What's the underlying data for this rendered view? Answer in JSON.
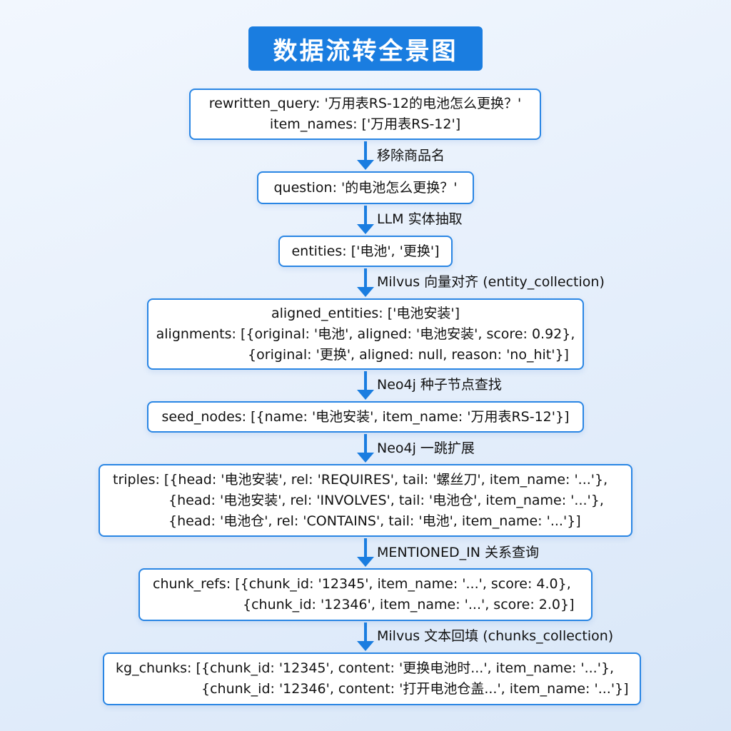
{
  "title": "数据流转全景图",
  "nodes": [
    {
      "lines": [
        "rewritten_query: '万用表RS-12的电池怎么更换？'",
        "item_names: ['万用表RS-12']"
      ]
    },
    {
      "lines": [
        "question: '的电池怎么更换？'"
      ]
    },
    {
      "lines": [
        "entities: ['电池', '更换']"
      ]
    },
    {
      "lines": [
        "aligned_entities: ['电池安装']",
        "alignments: [{original: '电池', aligned: '电池安装', score: 0.92},",
        "{original: '更换', aligned: null, reason: 'no_hit'}]"
      ]
    },
    {
      "lines": [
        "seed_nodes: [{name: '电池安装', item_name: '万用表RS-12'}]"
      ]
    },
    {
      "lines": [
        "triples: [{head: '电池安装', rel: 'REQUIRES', tail: '螺丝刀', item_name: '...'},",
        "{head: '电池安装', rel: 'INVOLVES', tail: '电池仓', item_name: '...'},",
        "{head: '电池仓', rel: 'CONTAINS', tail: '电池', item_name: '...'}]"
      ]
    },
    {
      "lines": [
        "chunk_refs: [{chunk_id: '12345', item_name: '...', score: 4.0},",
        "{chunk_id: '12346', item_name: '...', score: 2.0}]"
      ]
    },
    {
      "lines": [
        "kg_chunks: [{chunk_id: '12345', content: '更换电池时...', item_name: '...'},",
        "{chunk_id: '12346', content: '打开电池仓盖...', item_name: '...'}]"
      ]
    }
  ],
  "edges": [
    {
      "label": "移除商品名"
    },
    {
      "label": "LLM 实体抽取"
    },
    {
      "label": "Milvus 向量对齐 (entity_collection)"
    },
    {
      "label": "Neo4j 种子节点查找"
    },
    {
      "label": "Neo4j 一跳扩展"
    },
    {
      "label": "MENTIONED_IN 关系查询"
    },
    {
      "label": "Milvus 文本回填 (chunks_collection)"
    }
  ]
}
